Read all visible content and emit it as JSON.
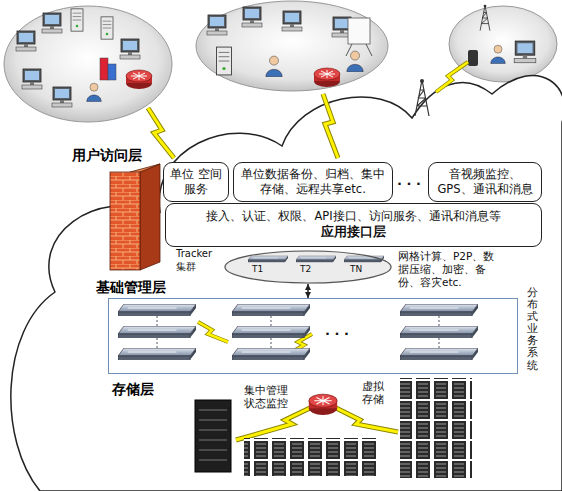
{
  "diagram": {
    "nodes": [
      {
        "text": [
          "单位 空间服务"
        ]
      },
      {
        "text": [
          "单位数据备份、归档、集中存储、远程共享etc."
        ]
      },
      {
        "text": [
          "音视频监控、GPS、通讯和消息"
        ]
      },
      {
        "text": [
          "接入、认证、权限、API接口、访问服务、通讯和消息等",
          "应用接口层"
        ]
      },
      {
        "text": [
          "Tracker 集群"
        ]
      },
      {
        "text": [
          "分布式业务系统"
        ]
      }
    ],
    "edges": [
      {
        "from": 4,
        "to": 5,
        "arrow": "both"
      }
    ],
    "labels": [
      "用户访问层",
      "· · ·",
      "T1",
      "T2",
      "TN",
      "网格计算、P2P、数据压缩、加密、备份、容灾etc.",
      "基础管理层",
      "· · ·",
      "存储层",
      "集中管理 状态监控",
      "虚拟 存储"
    ]
  }
}
